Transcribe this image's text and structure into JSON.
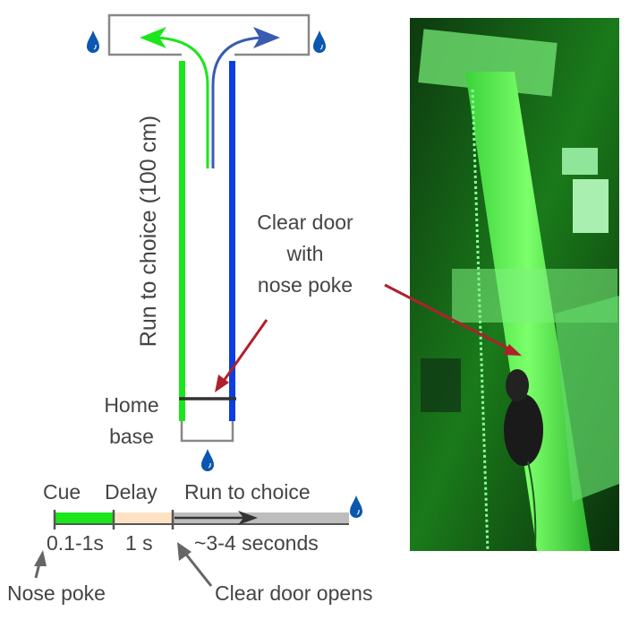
{
  "maze": {
    "run_label": "Run to choice (100 cm)",
    "home_label_1": "Home",
    "home_label_2": "base",
    "door_label_1": "Clear door",
    "door_label_2": "with",
    "door_label_3": "nose poke"
  },
  "timeline": {
    "phases": [
      "Cue",
      "Delay",
      "Run to choice"
    ],
    "durations": [
      "0.1-1s",
      "1 s",
      "~3-4 seconds"
    ],
    "events": [
      "Nose poke",
      "Clear door opens"
    ]
  },
  "colors": {
    "green": "#1be61b",
    "blue": "#0a3ee0",
    "arrow_blue": "#3a5bb0",
    "peach": "#fde3c4",
    "gray": "#bdbdbd",
    "red": "#b0202a",
    "drop": "#0b57b0"
  }
}
